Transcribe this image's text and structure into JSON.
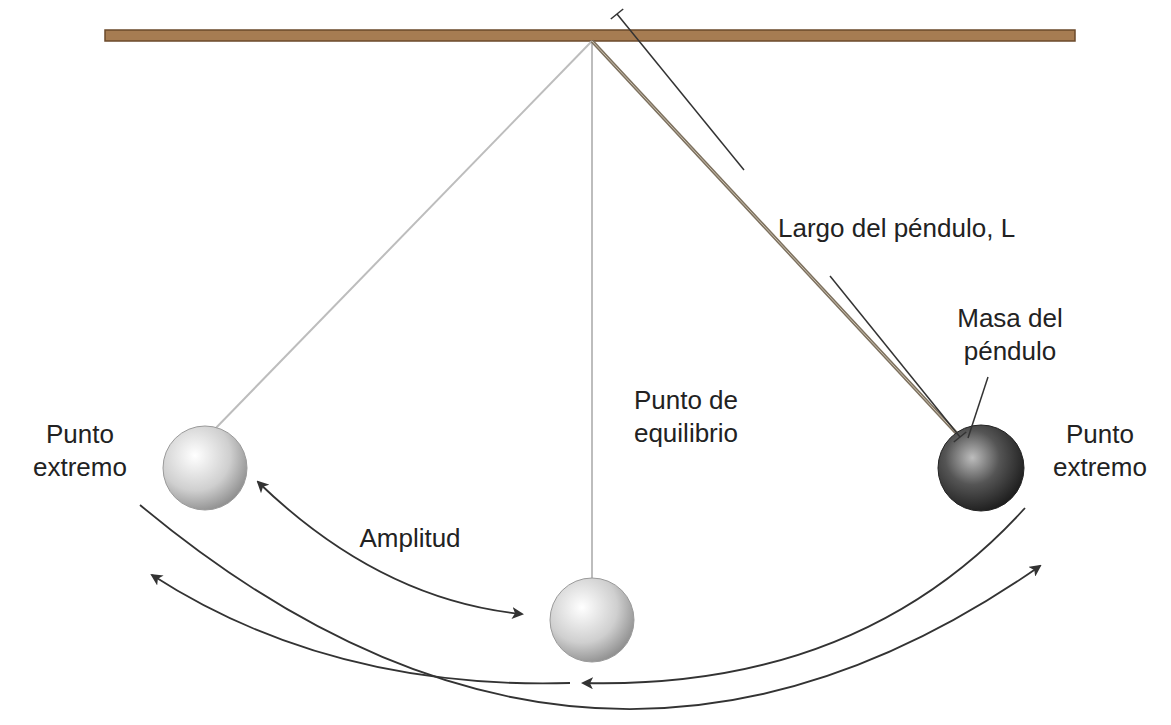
{
  "diagram": {
    "labels": [
      "Largo del péndulo, L",
      "Masa del péndulo",
      "Punto extremo",
      "Punto de equilibrio",
      "Punto extremo",
      "Amplitud"
    ]
  }
}
